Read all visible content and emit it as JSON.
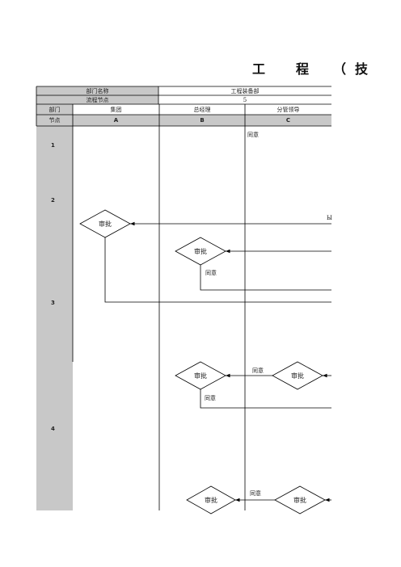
{
  "title": "工　程　（技",
  "header": {
    "dept_name_label": "部门名称",
    "dept_name_value": "工程装备部",
    "flow_node_label": "流程节点",
    "flow_node_value": "5"
  },
  "columns": {
    "dept_label": "部门",
    "node_label": "节点",
    "items": [
      {
        "dept": "集团",
        "code": "A"
      },
      {
        "dept": "总经理",
        "code": "B"
      },
      {
        "dept": "分管领导",
        "code": "C"
      }
    ]
  },
  "nodes": [
    "1",
    "2",
    "3",
    "4"
  ],
  "labels": {
    "approve": "审批",
    "agree": "同意",
    "partial": "Ы"
  },
  "colors": {
    "header_gray": "#c8c8c8",
    "line": "#000000"
  }
}
